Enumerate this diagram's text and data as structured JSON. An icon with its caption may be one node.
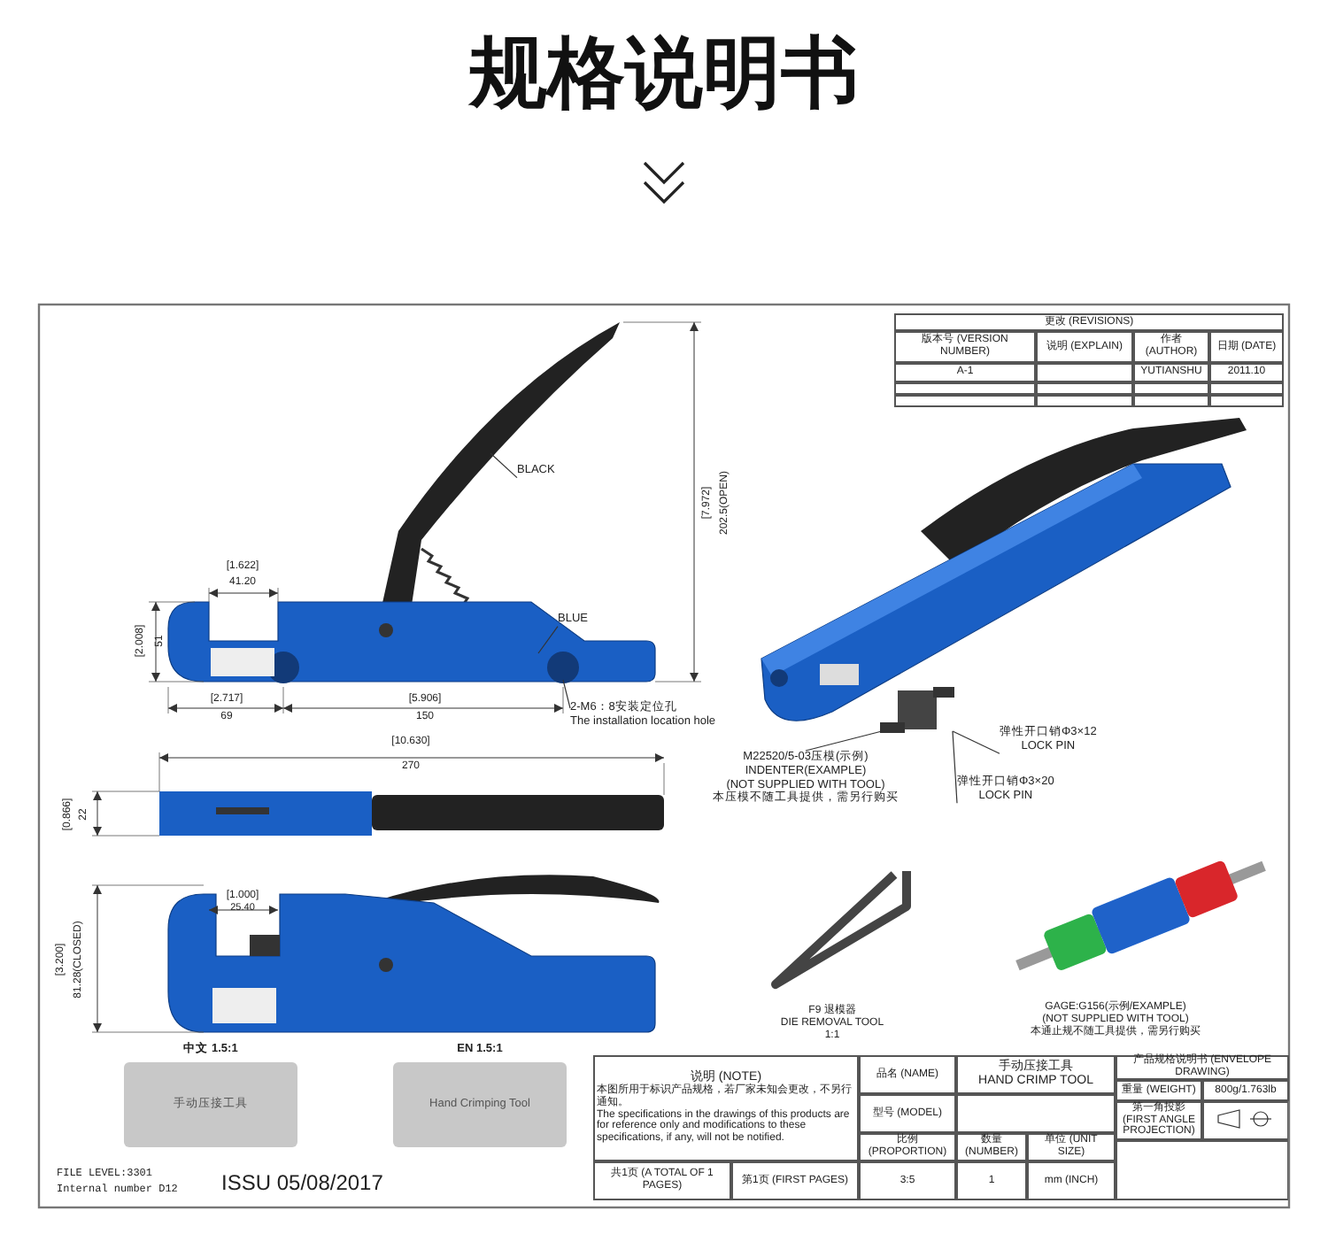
{
  "diagram": {
    "title": "规格说明书",
    "nodes": [
      {
        "text": [
          "BLACK"
        ]
      },
      {
        "text": [
          "BLUE"
        ]
      },
      {
        "text": [
          "2-M6：8安装定位孔",
          "The installation location hole"
        ]
      },
      {
        "text": [
          "弹性开口销Φ3×12",
          "LOCK PIN"
        ]
      },
      {
        "text": [
          "M22520/5-03压模(示例)",
          "INDENTER(EXAMPLE)",
          "(NOT SUPPLIED WITH TOOL)",
          "本压模不随工具提供，需另行购买"
        ]
      },
      {
        "text": [
          "弹性开口销Φ3×20",
          "LOCK PIN"
        ]
      },
      {
        "text": [
          "手动压接工具"
        ],
        "beside": [
          "中文 1.5:1"
        ]
      },
      {
        "text": [
          "Hand Crimping Tool"
        ],
        "beside": [
          "EN 1.5:1"
        ]
      },
      {
        "text": [],
        "shape": "box"
      }
    ],
    "edges": [
      {
        "from": 0,
        "to": null,
        "arrow": "none"
      },
      {
        "from": 1,
        "to": null,
        "arrow": "none"
      },
      {
        "from": 2,
        "to": null,
        "arrow": "none"
      },
      {
        "from": 3,
        "to": 8,
        "arrow": "none"
      },
      {
        "from": 4,
        "to": 8,
        "arrow": "none"
      },
      {
        "from": 5,
        "to": 8,
        "arrow": "none"
      }
    ],
    "labels": [
      "[1.622]",
      "41.20",
      "[2.008]",
      "51",
      "[2.717]",
      "69",
      "[5.906]",
      "150",
      "[7.972]",
      "202.5(OPEN)",
      "[10.630]",
      "270",
      "[0.866]",
      "22",
      "[1.000]",
      "25.40",
      "[3.200]",
      "81.28(CLOSED)",
      "FILE LEVEL:3301",
      "Internal number D12",
      "ISSU 05/08/2017",
      "F9 退模器",
      "DIE REMOVAL TOOL",
      "1:1",
      "GAGE:G156(示例/EXAMPLE)",
      "(NOT SUPPLIED WITH TOOL)",
      "本通止规不随工具提供，需另行购买",
      "更改 (REVISIONS)",
      "版本号 (VERSION NUMBER)",
      "说明 (EXPLAIN)",
      "作者 (AUTHOR)",
      "日期 (DATE)",
      "A-1",
      "YUTIANSHU",
      "2011.10",
      "说明 (NOTE)",
      "本图所用于标识产品规格，若厂家未知会更改，不另行通知。",
      "The specifications in the drawings of this products are for reference only and modifications to these specifications, if any, will not be notified.",
      "品名 (NAME)",
      "手动压接工具",
      "HAND CRIMP TOOL",
      "产品规格说明书 (ENVELOPE DRAWING)",
      "型号 (MODEL)",
      "重量 (WEIGHT)",
      "800g/1.763lb",
      "第一角投影 (FIRST ANGLE PROJECTION)",
      "比例 (PROPORTION)",
      "数量 (NUMBER)",
      "单位 (UNIT SIZE)",
      "共1页 (A TOTAL OF 1 PAGES)",
      "第1页 (FIRST PAGES)",
      "3:5",
      "1",
      "mm (INCH)"
    ]
  }
}
